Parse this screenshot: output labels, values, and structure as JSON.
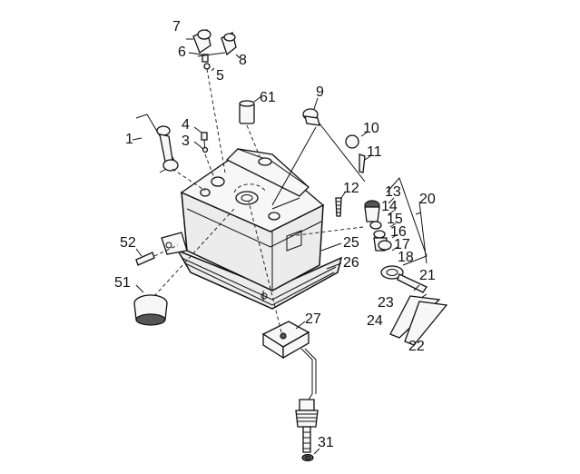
{
  "labels": {
    "p1": "1",
    "p3": "3",
    "p4": "4",
    "p5": "5",
    "p6": "6",
    "p7": "7",
    "p8": "8",
    "p9": "9",
    "p10": "10",
    "p11": "11",
    "p12": "12",
    "p13": "13",
    "p14": "14",
    "p15": "15",
    "p16": "16",
    "p17": "17",
    "p18": "18",
    "p20": "20",
    "p21": "21",
    "p22": "22",
    "p23": "23",
    "p24": "24",
    "p25": "25",
    "p26": "26",
    "p27": "27",
    "p31": "31",
    "p51": "51",
    "p52": "52",
    "p61": "61"
  }
}
